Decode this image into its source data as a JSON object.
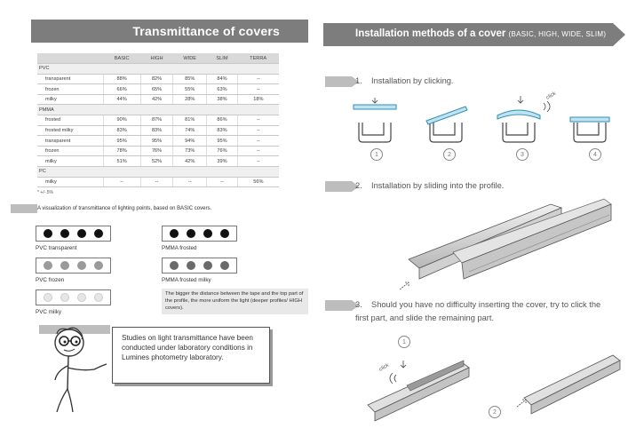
{
  "left": {
    "title": "Transmittance of covers",
    "table": {
      "headers": [
        "",
        "BASIC",
        "HIGH",
        "WIDE",
        "SLIM",
        "TERRA"
      ],
      "groups": [
        {
          "name": "PVC",
          "rows": [
            {
              "label": "transparent",
              "values": [
                "88%",
                "82%",
                "85%",
                "84%",
                "--"
              ]
            },
            {
              "label": "frozen",
              "values": [
                "66%",
                "65%",
                "55%",
                "63%",
                "--"
              ]
            },
            {
              "label": "milky",
              "values": [
                "44%",
                "42%",
                "28%",
                "38%",
                "18%"
              ]
            }
          ]
        },
        {
          "name": "PMMA",
          "rows": [
            {
              "label": "frosted",
              "values": [
                "90%",
                "87%",
                "81%",
                "86%",
                "--"
              ]
            },
            {
              "label": "frosted milky",
              "values": [
                "83%",
                "83%",
                "74%",
                "83%",
                "--"
              ]
            },
            {
              "label": "transparent",
              "values": [
                "95%",
                "95%",
                "94%",
                "95%",
                "--"
              ]
            },
            {
              "label": "frozen",
              "values": [
                "78%",
                "76%",
                "73%",
                "76%",
                "--"
              ]
            },
            {
              "label": "milky",
              "values": [
                "51%",
                "52%",
                "42%",
                "39%",
                "--"
              ]
            }
          ]
        },
        {
          "name": "PC",
          "rows": [
            {
              "label": "milky",
              "values": [
                "--",
                "--",
                "--",
                "--",
                "56%"
              ]
            }
          ]
        }
      ]
    },
    "note": "* +/- 5%",
    "vis_title": "A visualization of transmittance of lighting points, based on BASIC covers.",
    "boxes": [
      {
        "label": "PVC transparent",
        "color": "#111111"
      },
      {
        "label": "PMMA frosted",
        "color": "#111111"
      },
      {
        "label": "PVC frozen",
        "color": "#9a9a9a"
      },
      {
        "label": "PMMA frosted milky",
        "color": "#6a6a6a"
      },
      {
        "label": "PVC milky",
        "color": "#e6e6e6"
      }
    ],
    "info": "The bigger the distance between the tape and the top part of the profile, the more uniform the light (deeper profiles/ HIGH covers).",
    "bubble": "Studies on light transmittance have been conducted under laboratory conditions in Lumines photometry laboratory."
  },
  "right": {
    "title": "Installation methods of a cover",
    "title_sub": "(BASIC, HIGH, WIDE, SLIM)",
    "steps": [
      {
        "num": "1.",
        "text": "Installation by clicking."
      },
      {
        "num": "2.",
        "text": "Installation by sliding into the profile."
      },
      {
        "num": "3.",
        "text": "Should you have no difficulty inserting the cover, try to click the first part, and slide the remaining part."
      }
    ],
    "stage_numbers": [
      "1",
      "2",
      "3",
      "4"
    ],
    "click_label": "click",
    "step3_numbers": [
      "1",
      "2"
    ]
  }
}
